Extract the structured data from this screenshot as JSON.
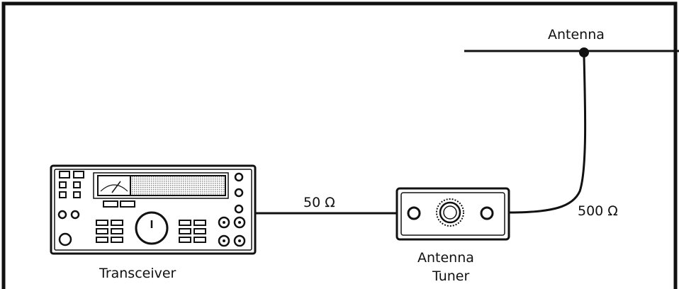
{
  "labels": {
    "antenna": "Antenna",
    "transceiver": "Transceiver",
    "tuner_line1": "Antenna",
    "tuner_line2": "Tuner",
    "impedance_low": "50 Ω",
    "impedance_high": "500 Ω"
  },
  "colors": {
    "ink": "#111111",
    "background": "#ffffff",
    "display_fill": "#cfcfcf"
  }
}
